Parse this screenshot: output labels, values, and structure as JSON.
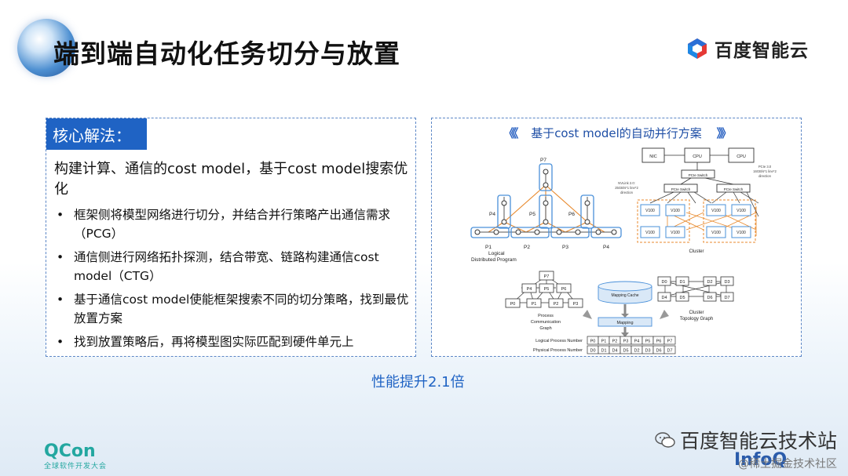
{
  "slide": {
    "title": "端到端自动化任务切分与放置"
  },
  "brand": {
    "name": "百度智能云"
  },
  "left_panel": {
    "heading": "核心解法：",
    "lead": "构建计算、通信的cost model，基于cost model搜索优化",
    "bullets": [
      "框架侧将模型网络进行切分，并结合并行策略产出通信需求（PCG）",
      "通信侧进行网络拓扑探测，结合带宽、链路构建通信cost model（CTG）",
      "基于通信cost model使能框架搜索不同的切分策略，找到最优放置方案",
      "找到放置策略后，再将模型图实际匹配到硬件单元上"
    ]
  },
  "right_panel": {
    "title": "基于cost model的自动并行方案",
    "diagram": {
      "nic": "NIC",
      "cpu": "CPU",
      "pcie_switch": "PCIe Switch",
      "pcie_note": [
        "PCIe 3.0",
        "16GB/s*1 line*2",
        "direction"
      ],
      "nvlink_note": [
        "NVLink 2.0:",
        "25GB/s*1 line*2",
        "direction"
      ],
      "v100": "V100",
      "p7": "P7",
      "p4": "P4",
      "p5": "P5",
      "p6": "P6",
      "bottom_p": [
        "P1",
        "P2",
        "P3",
        "P4"
      ],
      "logical_program": [
        "Logical",
        "Distributed Program"
      ],
      "cluster": "Cluster",
      "pcg_nodes": [
        "P7",
        "P4",
        "P5",
        "P6",
        "P0",
        "P1",
        "P2",
        "P3"
      ],
      "pcg_label": [
        "Process",
        "Communication",
        "Graph"
      ],
      "mapping_cache": "Mapping Cache",
      "mapping": "Mapping",
      "ctg_nodes": [
        "D0",
        "D1",
        "D2",
        "D3",
        "D4",
        "D5",
        "D6",
        "D7"
      ],
      "ctg_label": [
        "Cluster",
        "Topology Graph"
      ],
      "logical_process_number": "Logical Process Number",
      "physical_process_number": "Physical Process Number",
      "logical_row": [
        "P0",
        "P1",
        "P2",
        "P3",
        "P4",
        "P5",
        "P6",
        "P7"
      ],
      "physical_row": [
        "D0",
        "D1",
        "D4",
        "D5",
        "D2",
        "D3",
        "D6",
        "D7"
      ]
    }
  },
  "performance": "性能提升2.1倍",
  "footer": {
    "qcon": "QCon",
    "qcon_sub": "全球软件开发大会",
    "watermark_main": "百度智能云技术站",
    "watermark_sub": "@稀土掘金技术社区",
    "infoq": "InfoQ"
  },
  "colors": {
    "accent": "#1f63c4",
    "diagram_blue": "#4a90d9",
    "diagram_orange": "#e8892c"
  }
}
